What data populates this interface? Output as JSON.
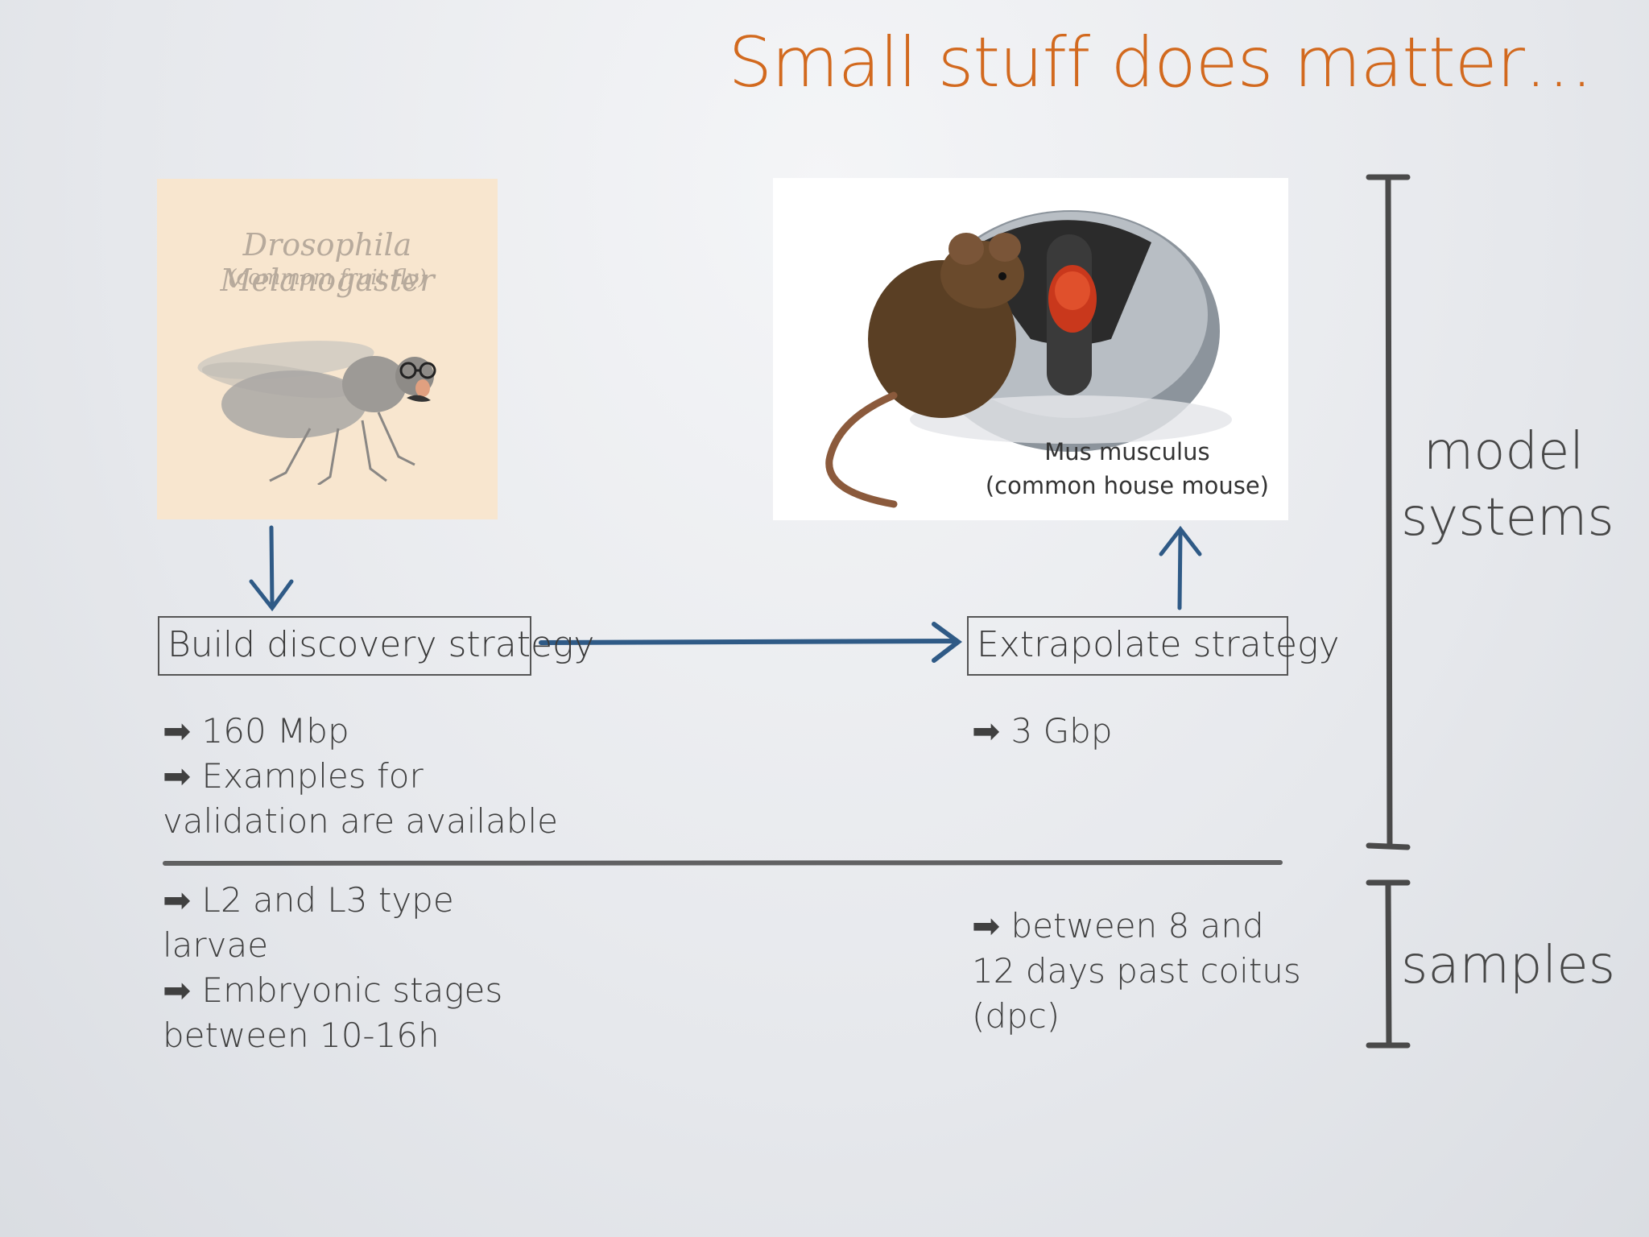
{
  "slide": {
    "title": "Small stuff does matter…"
  },
  "fly_panel": {
    "caption_line1": "Drosophila Melanogaster",
    "caption_line2": "(commom fruit fly)"
  },
  "mouse_panel": {
    "caption_line1": "Mus musculus",
    "caption_line2": "(common house mouse)"
  },
  "boxes": {
    "build": "Build discovery strategy",
    "extrapolate": "Extrapolate strategy"
  },
  "notes_left_top": [
    "➡ 160 Mbp",
    "➡ Examples for",
    "validation are available"
  ],
  "notes_right_top": [
    "➡ 3 Gbp"
  ],
  "notes_left_bottom": [
    "➡ L2 and L3 type",
    "larvae",
    "➡ Embryonic stages",
    "between 10-16h"
  ],
  "notes_right_bottom": [
    "➡ between 8 and",
    "12 days past coitus",
    "(dpc)"
  ],
  "side_labels": {
    "model_line1": "model",
    "model_line2": "systems",
    "samples": "samples"
  },
  "colors": {
    "title": "#d2691e",
    "arrows": "#2f5a86",
    "lines": "#4a4a4a"
  }
}
